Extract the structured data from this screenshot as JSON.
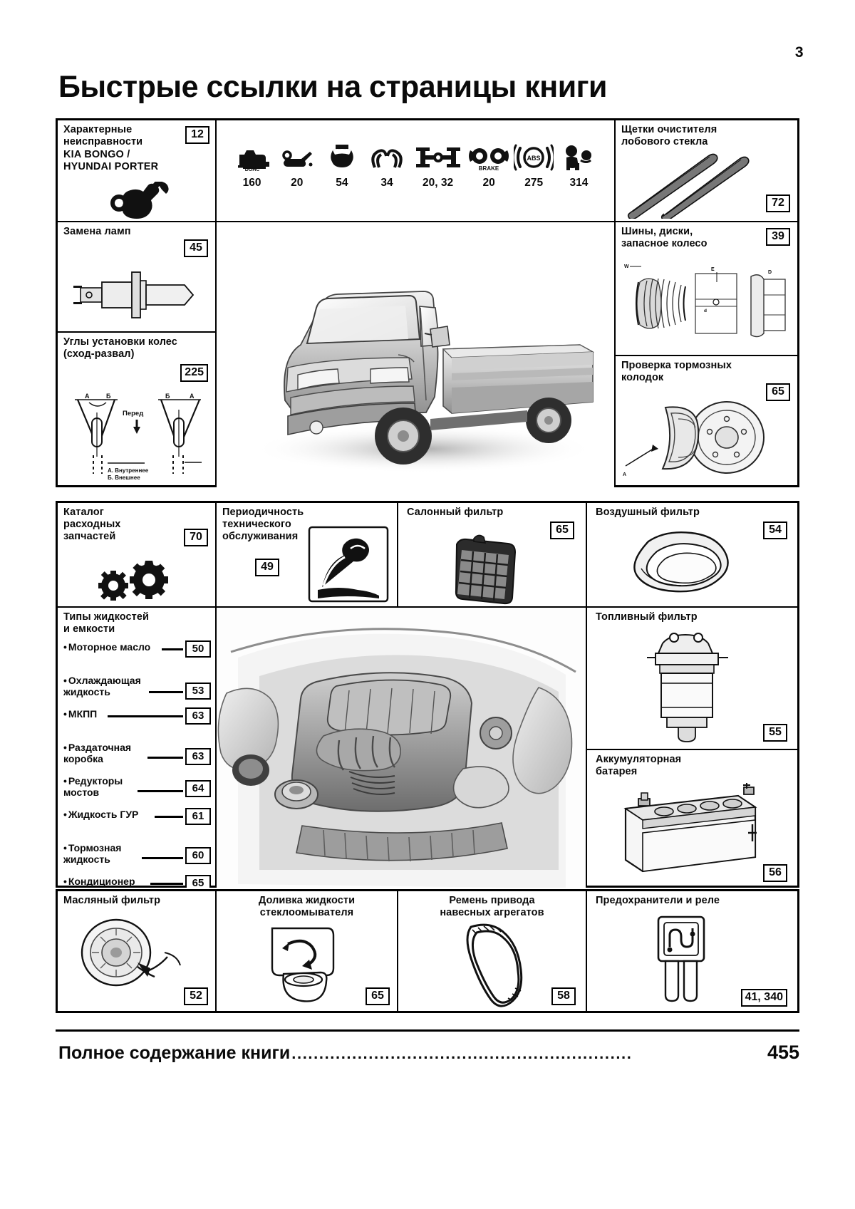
{
  "page": {
    "number": "3",
    "title": "Быстрые ссылки на страницы книги"
  },
  "symbols": [
    {
      "icon": "engine-icon",
      "caption": "DOHC",
      "page": "160"
    },
    {
      "icon": "oil-can-icon",
      "caption": "",
      "page": "20"
    },
    {
      "icon": "cooling-fluid-icon",
      "caption": "",
      "page": "54"
    },
    {
      "icon": "suspension-icon",
      "caption": "",
      "page": "34"
    },
    {
      "icon": "axle-icon",
      "caption": "",
      "page": "20, 32"
    },
    {
      "icon": "brake-icon",
      "caption": "BRAKE",
      "page": "20"
    },
    {
      "icon": "abs-icon",
      "caption": "ABS",
      "page": "275"
    },
    {
      "icon": "airbag-icon",
      "caption": "",
      "page": "314"
    }
  ],
  "cells": {
    "faults": {
      "title": "Характерные\nнеисправности",
      "title_en": "KIA BONGO /\nHYUNDAI PORTER",
      "page": "12"
    },
    "lamps": {
      "title": "Замена ламп",
      "page": "45"
    },
    "alignment": {
      "title": "Углы установки колес\n(сход-развал)",
      "page": "225",
      "notes": [
        "А. Внутреннее",
        "Б. Внешнее"
      ],
      "front_label": "Перед",
      "marks": [
        "А",
        "Б",
        "Б",
        "А"
      ]
    },
    "wipers": {
      "title": "Щетки очистителя\nлобового стекла",
      "page": "72"
    },
    "tires": {
      "title": "Шины, диски,\nзапасное колесо",
      "page": "39"
    },
    "brake_pads": {
      "title": "Проверка тормозных\nколодок",
      "page": "65"
    },
    "parts_catalog": {
      "title": "Каталог\nрасходных\nзапчастей",
      "page": "70"
    },
    "maintenance": {
      "title": "Периодичность\nтехнического\nобслуживания",
      "page": "49"
    },
    "cabin_filter": {
      "title": "Салонный фильтр",
      "page": "65"
    },
    "air_filter": {
      "title": "Воздушный фильтр",
      "page": "54"
    },
    "fluids": {
      "title": "Типы жидкостей\nи емкости"
    },
    "fuel_filter": {
      "title": "Топливный фильтр",
      "page": "55"
    },
    "battery": {
      "title": "Аккумуляторная\nбатарея",
      "page": "56"
    },
    "oil_filter": {
      "title": "Масляный фильтр",
      "page": "52"
    },
    "washer_fluid": {
      "title": "Доливка жидкости\nстеклоомывателя",
      "page": "65"
    },
    "drive_belt": {
      "title": "Ремень привода\nнавесных агрегатов",
      "page": "58"
    },
    "fuses": {
      "title": "Предохранители и реле",
      "page": "41,\n340"
    }
  },
  "fluids": [
    {
      "label": "Моторное масло",
      "page": "50",
      "lines": 1
    },
    {
      "label": "Охлаждающая\nжидкость",
      "page": "53",
      "lines": 2
    },
    {
      "label": "МКПП",
      "page": "63",
      "lines": 1
    },
    {
      "label": "Раздаточная\nкоробка",
      "page": "63",
      "lines": 2
    },
    {
      "label": "Редукторы\nмостов",
      "page": "64",
      "lines": 2
    },
    {
      "label": "Жидкость ГУР",
      "page": "61",
      "lines": 1
    },
    {
      "label": "Тормозная\nжидкость",
      "page": "60",
      "lines": 2
    },
    {
      "label": "Кондиционер",
      "page": "65",
      "lines": 1
    }
  ],
  "footer": {
    "label": "Полное содержание книги",
    "dots": "..............................................................",
    "page": "455"
  }
}
